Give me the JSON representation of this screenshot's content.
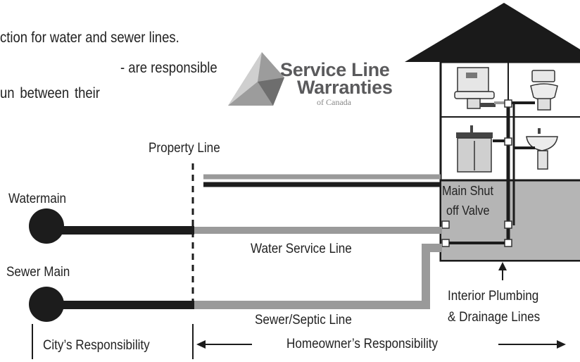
{
  "intro": {
    "line1": "ction for water and sewer lines.",
    "line2": "- are responsible",
    "line3": "un  between  their"
  },
  "logo": {
    "line1": "Service Line",
    "line2": "Warranties",
    "line3": "of Canada"
  },
  "labels": {
    "property_line": "Property Line",
    "watermain": "Watermain",
    "sewer_main": "Sewer Main",
    "water_service_line": "Water Service Line",
    "sewer_septic_line": "Sewer/Septic Line",
    "main_shut_off_valve_1": "Main Shut",
    "main_shut_off_valve_2": "off Valve",
    "interior_plumbing_1": "Interior Plumbing",
    "interior_plumbing_2": "& Drainage Lines",
    "city_responsibility": "City’s Responsibility",
    "homeowner_responsibility": "Homeowner’s Responsibility"
  },
  "colors": {
    "dark_pipe": "#1c1c1c",
    "light_pipe": "#9a9a9a",
    "basement": "#b5b5b5",
    "roof": "#1a1a1a"
  }
}
